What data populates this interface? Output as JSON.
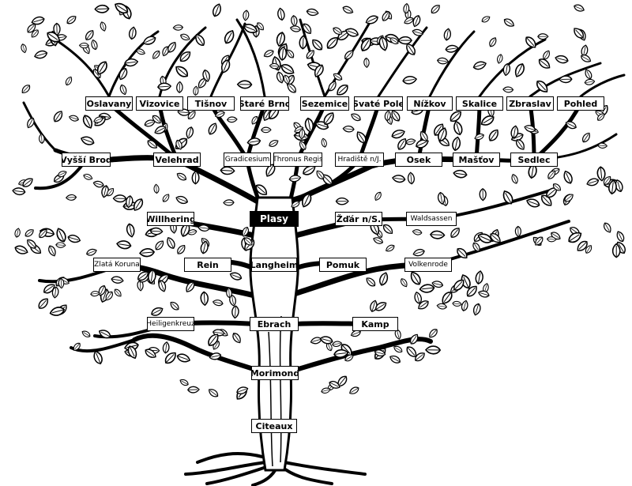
{
  "diagram": {
    "kind": "genealogical tree of Cistercian monasteries",
    "colors": {
      "ink": "#000000",
      "paper": "#ffffff",
      "highlight_bg": "#000000",
      "highlight_fg": "#ffffff"
    },
    "icons": {
      "leaf": "leaf-icon"
    },
    "nodes": {
      "oslavany": "Oslavany",
      "vizovice": "Vizovice",
      "tisnov": "Tišnov",
      "stare_brno": "Staré Brno",
      "sezemice": "Sezemice",
      "svate_pole": "Svaté Pole",
      "nizkov": "Nížkov",
      "skalice": "Skalice",
      "zbraslav": "Zbraslav",
      "pohled": "Pohled",
      "vyssi_brod": "Vyšší Brod",
      "velehrad": "Velehrad",
      "gradicesium": "Gradicesium",
      "thronus_regis": "Thronus Regis",
      "hradiste": "Hradiště n/J.",
      "osek": "Osek",
      "mastov": "Mašťov",
      "sedlec": "Sedlec",
      "willhering": "Willhering",
      "plasy": "Plasy",
      "zdar": "Žďár n/S.",
      "waldsassen": "Waldsassen",
      "zlata_koruna": "Zlatá Koruna",
      "rein": "Rein",
      "langheim": "Langheim",
      "pomuk": "Pomuk",
      "volkenrode": "Volkenrode",
      "heiligenkreuz": "Heiligenkreuz",
      "ebrach": "Ebrach",
      "kamp": "Kamp",
      "morimond": "Morimond",
      "citeaux": "Citeaux"
    }
  }
}
